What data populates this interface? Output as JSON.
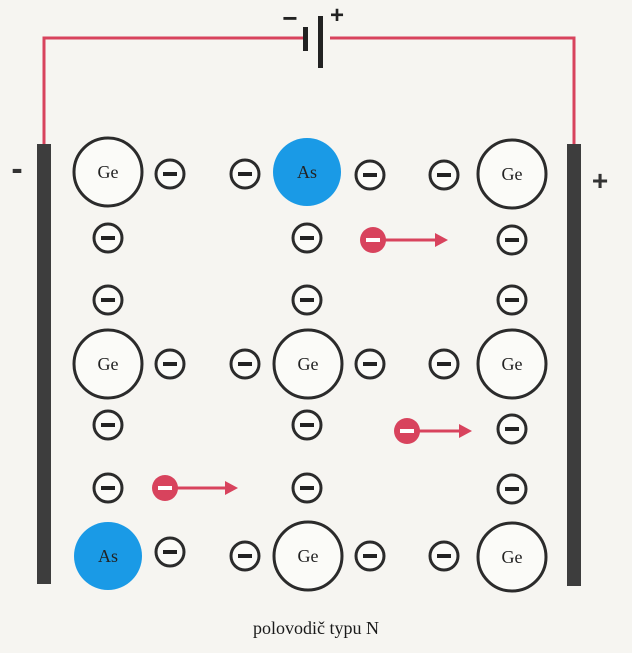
{
  "battery": {
    "minus_label": "−",
    "plus_label": "+"
  },
  "plates": {
    "left_label": "-",
    "right_label": "+"
  },
  "atom_labels": {
    "ge": "Ge",
    "as": "As"
  },
  "colors": {
    "wire": "#d8435d",
    "plate": "#3d3d3d",
    "donor": "#1a9ae6",
    "free_electron": "#d8435d",
    "outline": "#2b2b2b"
  },
  "caption": "polovodič typu N"
}
